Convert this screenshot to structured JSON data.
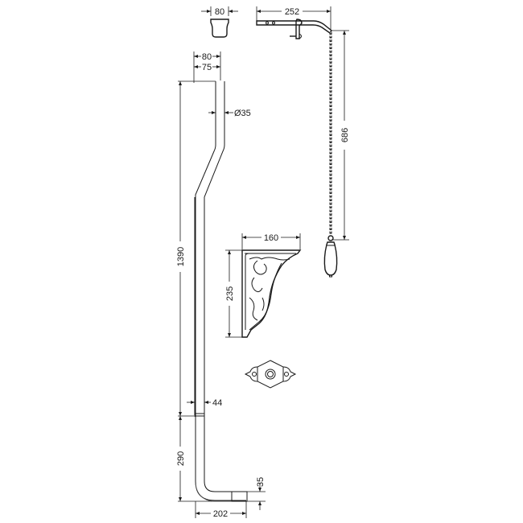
{
  "drawing": {
    "title": "High level flush pipe kit technical drawing",
    "units": "mm",
    "colors": {
      "line": "#1a1a1a",
      "background": "#ffffff"
    },
    "parts": [
      {
        "id": "flush-cap",
        "name": "Flush cap",
        "dimensions": {
          "width": "80"
        }
      },
      {
        "id": "lever-arm",
        "name": "Cistern lever arm",
        "dimensions": {
          "length": "252"
        }
      },
      {
        "id": "pull-chain",
        "name": "Pull chain with ceramic handle",
        "dimensions": {
          "length": "686"
        }
      },
      {
        "id": "flush-pipe",
        "name": "Flush pipe",
        "dimensions": {
          "top_offset_outer": "80",
          "top_offset_inner": "75",
          "diameter": "Ø35",
          "height": "1390",
          "joint_width": "44",
          "lower_height": "290",
          "bottom_length": "202",
          "bottom_outlet": "35"
        }
      },
      {
        "id": "cistern-bracket",
        "name": "Cistern bracket",
        "dimensions": {
          "width": "160",
          "height": "235"
        }
      },
      {
        "id": "wall-plate",
        "name": "Wall fixing plate",
        "dimensions": {}
      }
    ]
  },
  "labels": {
    "cap_width": "80",
    "lever_length": "252",
    "chain_length": "686",
    "pipe_offset_outer": "80",
    "pipe_offset_inner": "75",
    "pipe_diameter": "Ø35",
    "pipe_height": "1390",
    "joint_width": "44",
    "lower_height": "290",
    "bottom_length": "202",
    "bottom_outlet": "35",
    "bracket_width": "160",
    "bracket_height": "235"
  }
}
